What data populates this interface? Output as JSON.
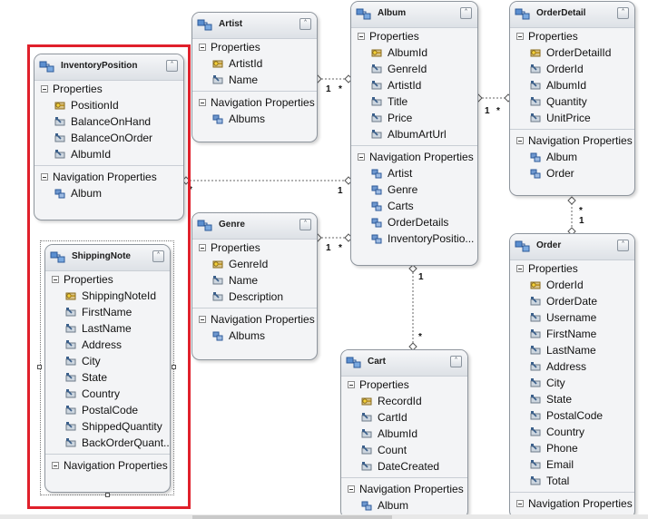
{
  "entities": {
    "inventory": {
      "title": "InventoryPosition",
      "properties_header": "Properties",
      "properties": [
        "PositionId",
        "BalanceOnHand",
        "BalanceOnOrder",
        "AlbumId"
      ],
      "navigation_header": "Navigation Properties",
      "navigation": [
        "Album"
      ]
    },
    "shipping": {
      "title": "ShippingNote",
      "properties_header": "Properties",
      "properties": [
        "ShippingNoteId",
        "FirstName",
        "LastName",
        "Address",
        "City",
        "State",
        "Country",
        "PostalCode",
        "ShippedQuantity",
        "BackOrderQuant..."
      ],
      "navigation_header": "Navigation Properties",
      "navigation": []
    },
    "artist": {
      "title": "Artist",
      "properties_header": "Properties",
      "properties": [
        "ArtistId",
        "Name"
      ],
      "navigation_header": "Navigation Properties",
      "navigation": [
        "Albums"
      ]
    },
    "genre": {
      "title": "Genre",
      "properties_header": "Properties",
      "properties": [
        "GenreId",
        "Name",
        "Description"
      ],
      "navigation_header": "Navigation Properties",
      "navigation": [
        "Albums"
      ]
    },
    "album": {
      "title": "Album",
      "properties_header": "Properties",
      "properties": [
        "AlbumId",
        "GenreId",
        "ArtistId",
        "Title",
        "Price",
        "AlbumArtUrl"
      ],
      "navigation_header": "Navigation Properties",
      "navigation": [
        "Artist",
        "Genre",
        "Carts",
        "OrderDetails",
        "InventoryPositio..."
      ]
    },
    "cart": {
      "title": "Cart",
      "properties_header": "Properties",
      "properties": [
        "RecordId",
        "CartId",
        "AlbumId",
        "Count",
        "DateCreated"
      ],
      "navigation_header": "Navigation Properties",
      "navigation": [
        "Album"
      ]
    },
    "orderdetail": {
      "title": "OrderDetail",
      "properties_header": "Properties",
      "properties": [
        "OrderDetailId",
        "OrderId",
        "AlbumId",
        "Quantity",
        "UnitPrice"
      ],
      "navigation_header": "Navigation Properties",
      "navigation": [
        "Album",
        "Order"
      ]
    },
    "order": {
      "title": "Order",
      "properties_header": "Properties",
      "properties": [
        "OrderId",
        "OrderDate",
        "Username",
        "FirstName",
        "LastName",
        "Address",
        "City",
        "State",
        "PostalCode",
        "Country",
        "Phone",
        "Email",
        "Total"
      ],
      "navigation_header": "Navigation Properties",
      "navigation": []
    }
  },
  "multiplicities": {
    "artist_album": [
      "1",
      "*"
    ],
    "genre_album": [
      "1",
      "*"
    ],
    "album_orderdetail": [
      "1",
      "*"
    ],
    "inventory_album": [
      "*",
      "1"
    ],
    "album_cart": [
      "1",
      "*"
    ],
    "orderdetail_order": [
      "*",
      "1"
    ]
  },
  "colors": {
    "selection": "#e0202b",
    "entity_border": "#8e959d",
    "entity_fill": "#f3f4f6"
  }
}
